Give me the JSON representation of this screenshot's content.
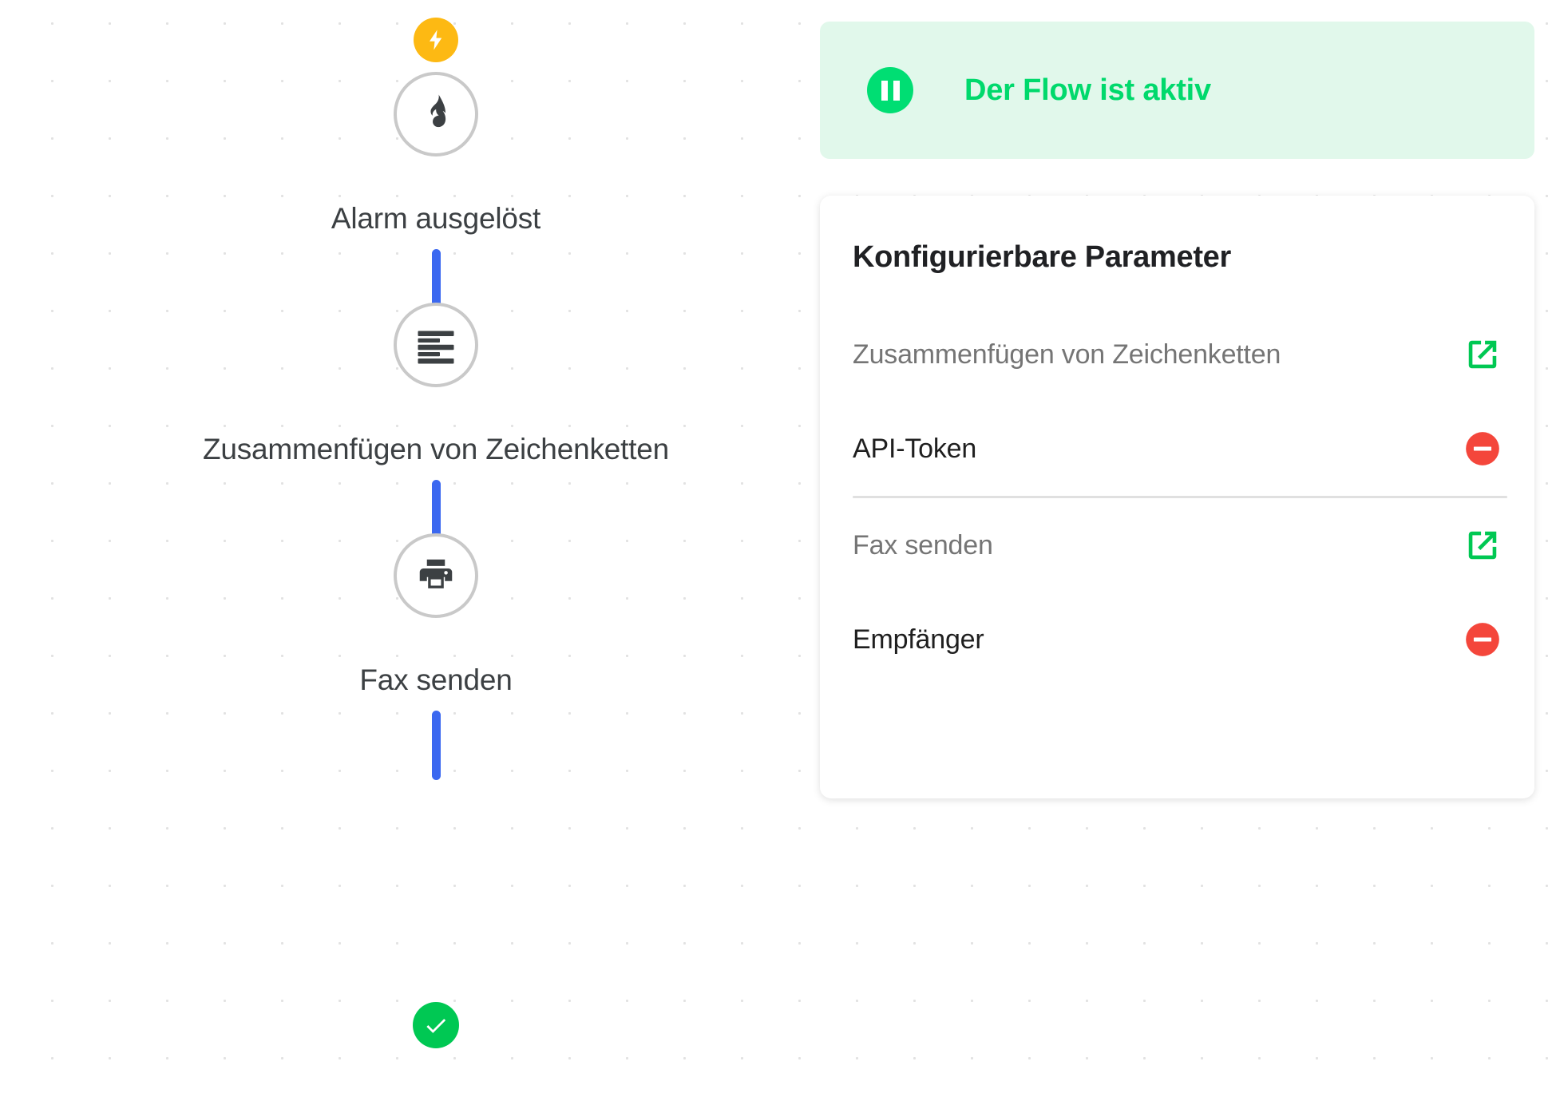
{
  "flow": {
    "trigger_icon": "lightning-bolt-icon",
    "end_icon": "check-circle-icon",
    "nodes": [
      {
        "label": "Alarm ausgelöst",
        "icon": "flame-icon"
      },
      {
        "label": "Zusammenfügen von Zeichenketten",
        "icon": "align-left-icon"
      },
      {
        "label": "Fax senden",
        "icon": "printer-icon"
      }
    ]
  },
  "status_banner": {
    "text": "Der Flow ist aktiv",
    "icon": "pause-icon",
    "background_color": "#E1F8EB",
    "text_color": "#00D96C",
    "button_color": "#00DE73"
  },
  "params_card": {
    "title": "Konfigurierbare Parameter",
    "rows": [
      {
        "label": "Zusammenfügen von Zeichenketten",
        "style": "muted",
        "action_icon": "open-in-new-icon",
        "action_color": "#00C853"
      },
      {
        "label": "API-Token",
        "style": "dark",
        "action_icon": "remove-circle-icon",
        "action_color": "#F4463B"
      },
      {
        "label": "Fax senden",
        "style": "muted",
        "action_icon": "open-in-new-icon",
        "action_color": "#00C853"
      },
      {
        "label": "Empfänger",
        "style": "dark",
        "action_icon": "remove-circle-icon",
        "action_color": "#F4463B"
      }
    ]
  },
  "colors": {
    "connector": "#3B68F0",
    "trigger_badge": "#FDB913",
    "node_border": "#c9c9c9",
    "node_icon": "#3c4043",
    "end_badge": "#00C853"
  }
}
